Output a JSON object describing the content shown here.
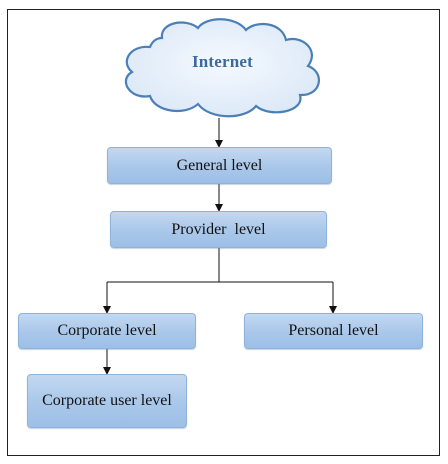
{
  "cloud": {
    "label": "Internet",
    "fill": "#e6f0fa",
    "stroke": "#4a7fb8"
  },
  "nodes": {
    "general": "General level",
    "provider": "Provider  level",
    "corporate": "Corporate level",
    "personal": "Personal level",
    "corporate_user": "Corporate user level"
  },
  "colors": {
    "box_fill_top": "#c3d8f0",
    "box_fill_bottom": "#9dbfe6",
    "box_border": "#8fb3dc",
    "connector": "#111111"
  }
}
